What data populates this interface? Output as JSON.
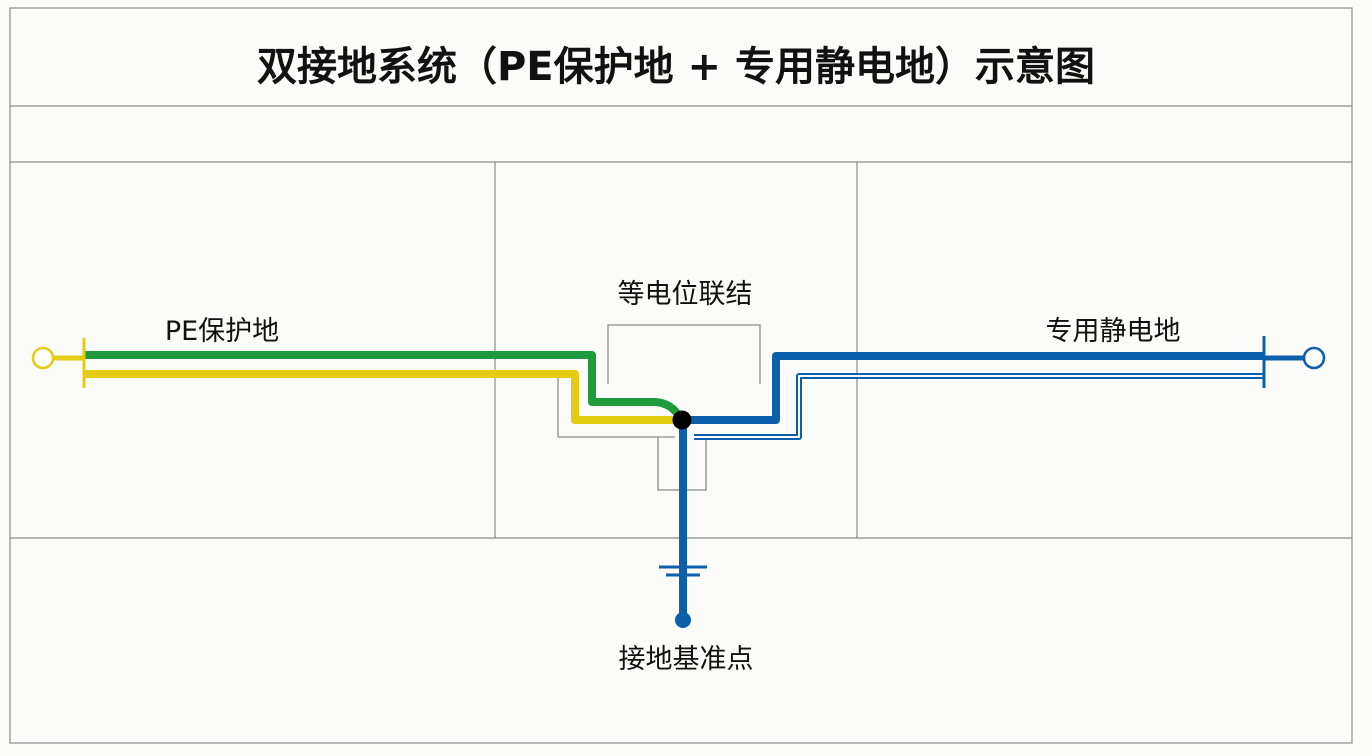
{
  "title": "双接地系统（PE保护地 + 专用静电地）示意图",
  "labels": {
    "pe_ground": "PE保护地",
    "equipotential_bonding": "等电位联结",
    "static_ground": "专用静电地",
    "ground_reference_point": "接地基准点"
  },
  "colors": {
    "pe_green": "#1f9a3c",
    "pe_yellow": "#e3cc12",
    "static_blue": "#0b5fab",
    "junction": "#000000",
    "grid": "#8c8c8c"
  }
}
